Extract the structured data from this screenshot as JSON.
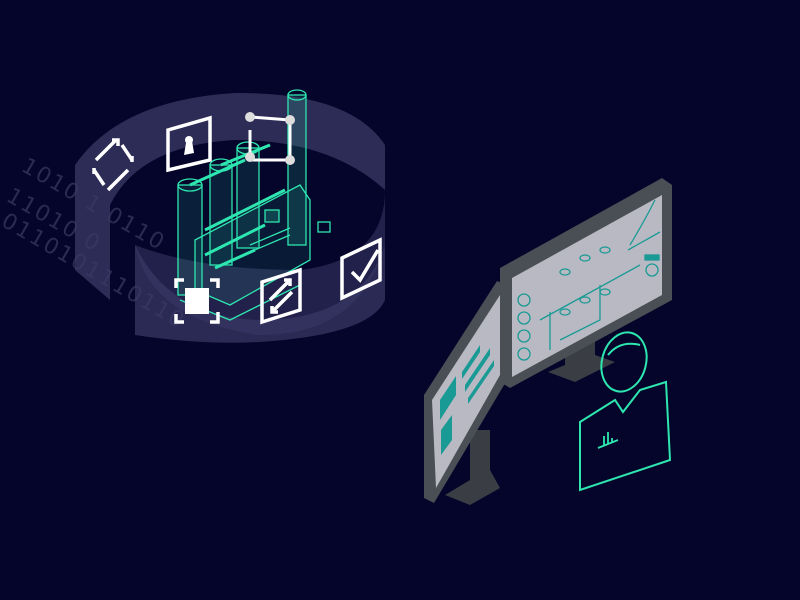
{
  "illustration": {
    "binary_lines": [
      "1010 1 0110",
      "11010 0",
      "0110101110110"
    ],
    "ring_icons": [
      "refresh-cycle-icon",
      "keyhole-lock-icon",
      "node-network-icon",
      "focus-square-icon",
      "swap-arrows-icon",
      "checkbox-check-icon"
    ],
    "colors": {
      "background": "#05042a",
      "ring": "#3b3a66",
      "accent_green": "#2ee6b0",
      "monitor_frame": "#4a4f55",
      "screen": "#b9b9c4",
      "screen_graphics": "#1a9a94",
      "icon_white": "#ffffff"
    }
  }
}
